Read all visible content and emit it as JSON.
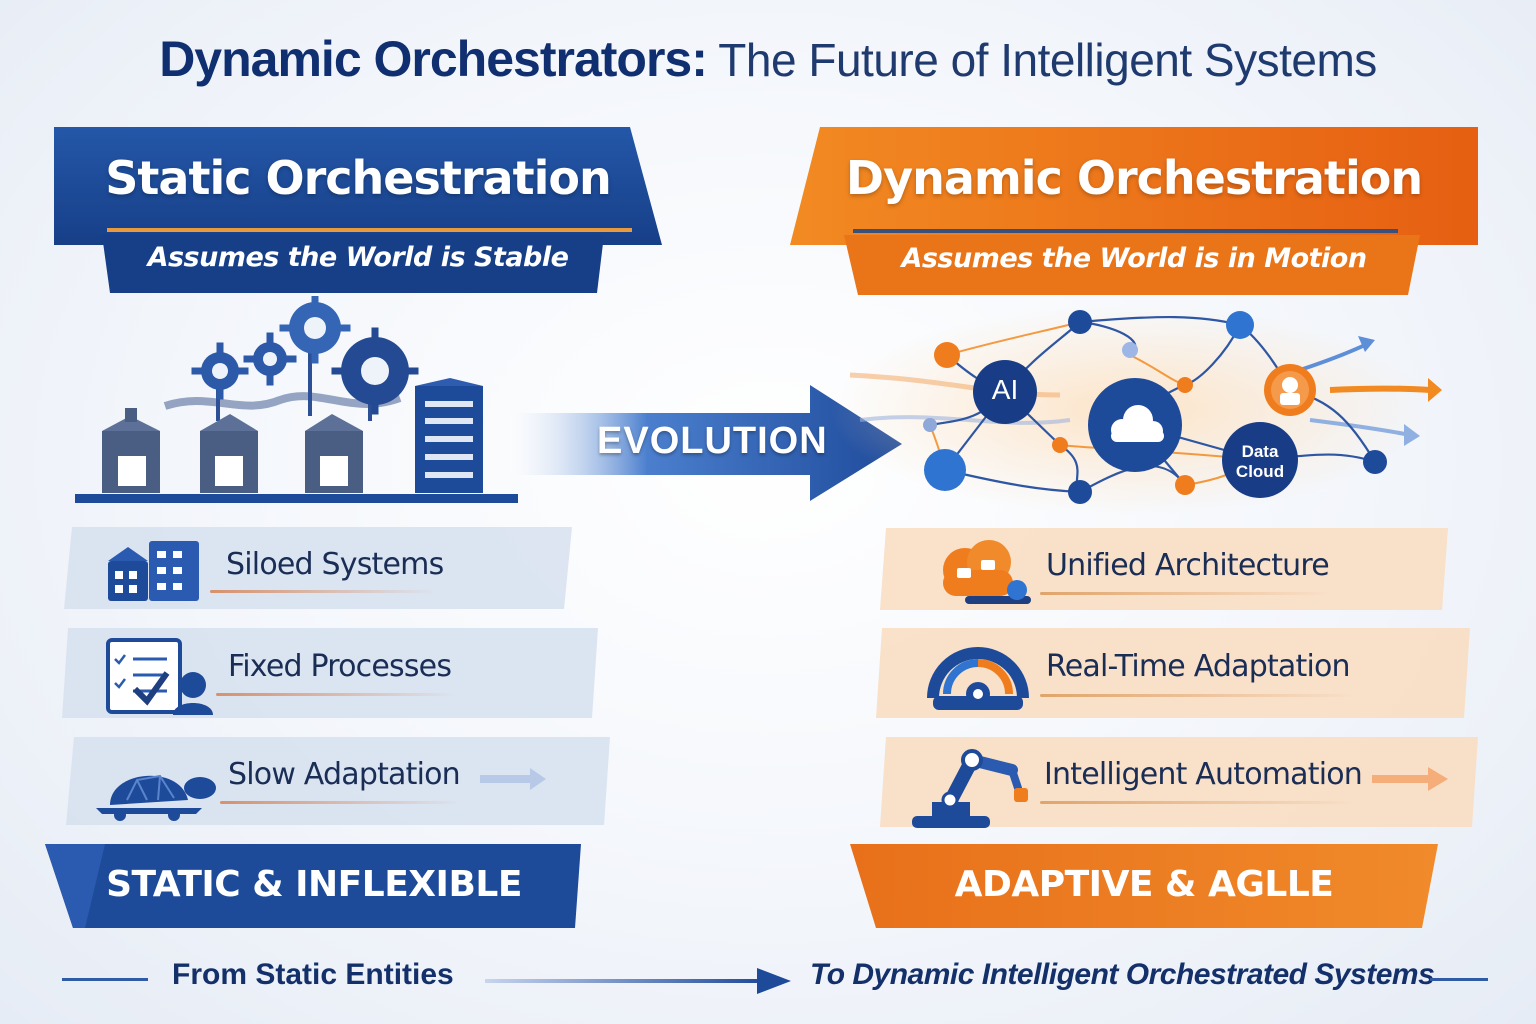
{
  "title": {
    "main": "Dynamic Orchestrators:",
    "sub": " The Future of Intelligent Systems"
  },
  "static_panel": {
    "title": "Static Orchestration",
    "subtitle": "Assumes the World is Stable",
    "features": [
      {
        "label": "Siloed Systems",
        "icon": "siloed-buildings-icon"
      },
      {
        "label": "Fixed Processes",
        "icon": "checklist-icon"
      },
      {
        "label": "Slow Adaptation",
        "icon": "turtle-icon"
      }
    ],
    "footer": "STATIC & INFLEXIBLE"
  },
  "dynamic_panel": {
    "title": "Dynamic Orchestration",
    "subtitle": "Assumes the World is in Motion",
    "features": [
      {
        "label": "Unified Architecture",
        "icon": "unified-cloud-icon"
      },
      {
        "label": "Real-Time Adaptation",
        "icon": "gauge-icon"
      },
      {
        "label": "Intelligent Automation",
        "icon": "robot-arm-icon"
      }
    ],
    "footer": "ADAPTIVE & AGLLE"
  },
  "center_arrow": {
    "label": "EVOLUTION"
  },
  "network": {
    "ai_label": "AI",
    "data_cloud_line1": "Data",
    "data_cloud_line2": "Cloud"
  },
  "footer": {
    "left": "From Static Entities",
    "right": "To Dynamic Intelligent Orchestrated Systems"
  },
  "colors": {
    "navy": "#1e4a9a",
    "orange": "#ef7d1e",
    "text": "#1a2d55"
  }
}
